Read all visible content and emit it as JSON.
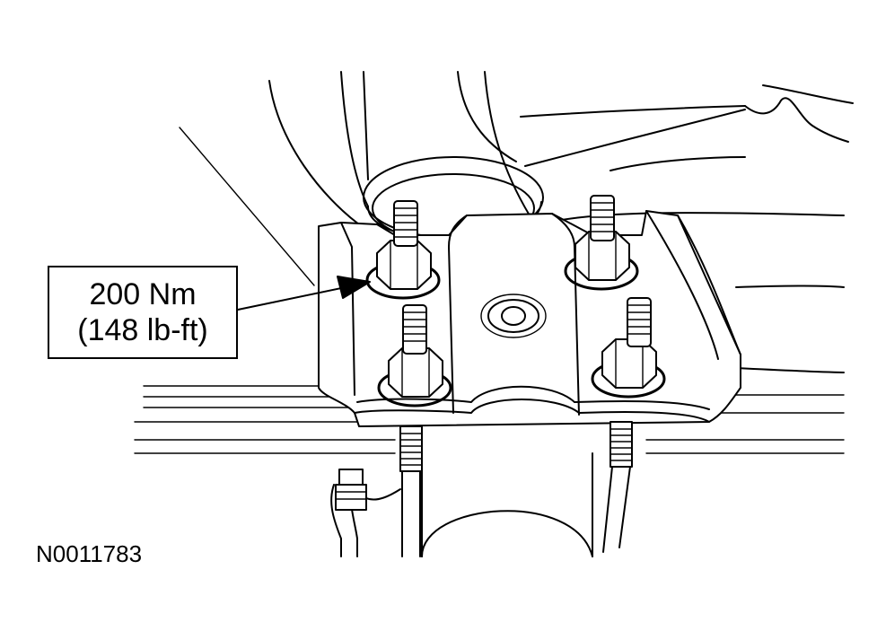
{
  "callout": {
    "torque_nm": "200 Nm",
    "torque_lbft": "(148 lb-ft)"
  },
  "figure_id": "N0011783",
  "colors": {
    "line": "#000000",
    "background": "#ffffff"
  }
}
